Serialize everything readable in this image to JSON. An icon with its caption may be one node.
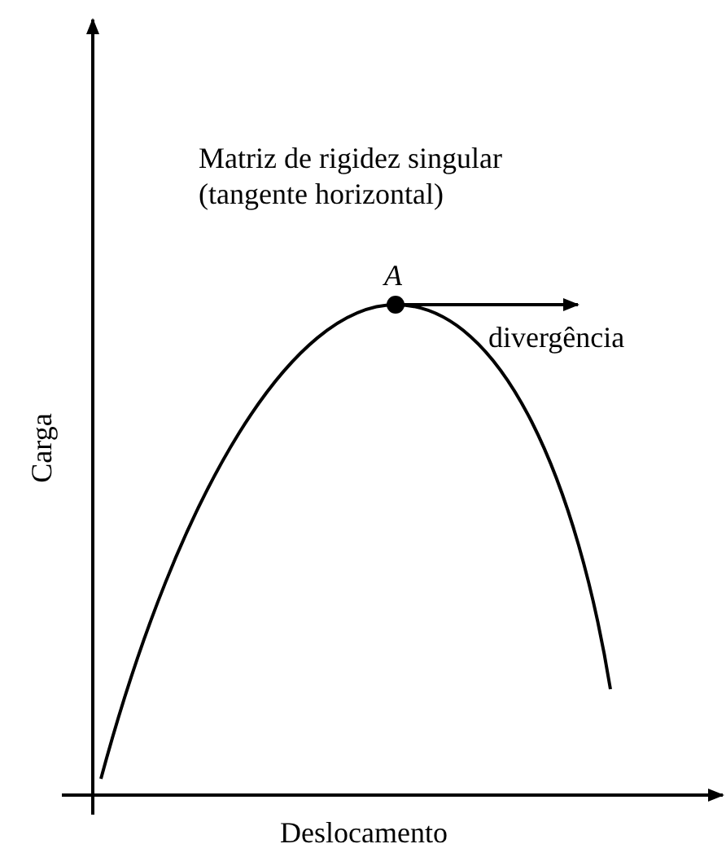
{
  "diagram": {
    "labels": [
      "Matriz de rigidez singular (tangente horizontal)",
      "A",
      "divergência",
      "Carga",
      "Deslocamento"
    ]
  }
}
